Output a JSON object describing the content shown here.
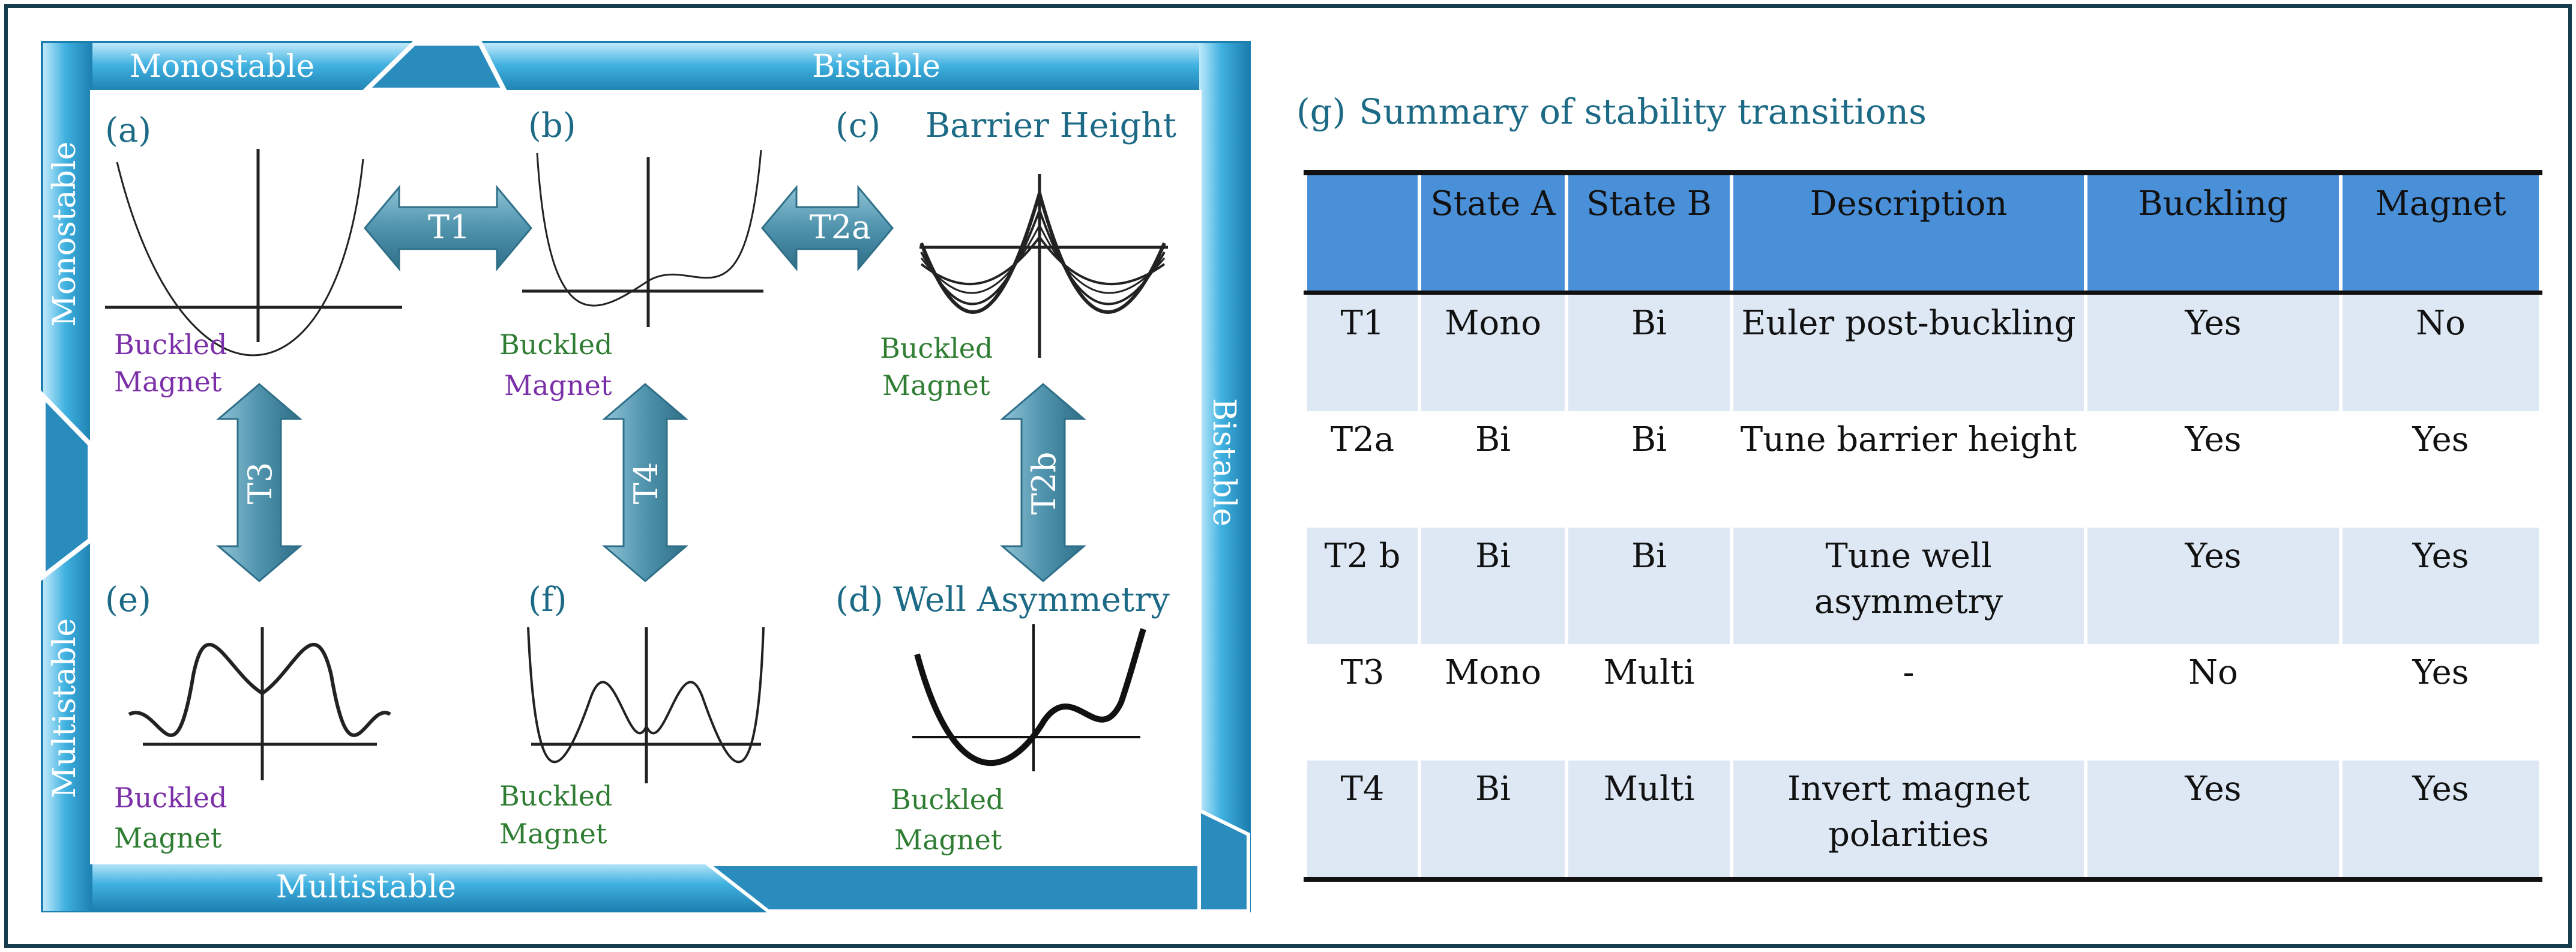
{
  "frame_labels": {
    "top_left": "Monostable",
    "top_right": "Bistable",
    "left_top": "Monostable",
    "left_bottom": "Multistable",
    "right": "Bistable",
    "bottom": "Multistable"
  },
  "panels": {
    "a": {
      "letter": "(a)",
      "buckled": "Buckled",
      "magnet": "Magnet"
    },
    "b": {
      "letter": "(b)",
      "buckled": "Buckled",
      "magnet": "Magnet"
    },
    "c": {
      "letter": "(c)",
      "title": "Barrier Height",
      "buckled": "Buckled",
      "magnet": "Magnet"
    },
    "d": {
      "letter": "(d)",
      "title": "Well Asymmetry",
      "buckled": "Buckled",
      "magnet": "Magnet"
    },
    "e": {
      "letter": "(e)",
      "buckled": "Buckled",
      "magnet": "Magnet"
    },
    "f": {
      "letter": "(f)",
      "buckled": "Buckled",
      "magnet": "Magnet"
    }
  },
  "arrows": {
    "t1": "T1",
    "t2a": "T2a",
    "t3": "T3",
    "t4": "T4",
    "t2b": "T2b"
  },
  "colors": {
    "frame": "#3fb1e0",
    "arrow": "#4f93ad",
    "panel_title": "#1c6a85",
    "purple_label": "#7b2fa8",
    "green_label": "#2e7d32",
    "table_header": "#4a90d9",
    "table_stripe": "#dde8f4"
  },
  "table": {
    "letter": "(g)",
    "title": "Summary of stability transitions",
    "headers": [
      "",
      "State A",
      "State B",
      "Description",
      "Buckling",
      "Magnet"
    ],
    "rows": [
      [
        "T1",
        "Mono",
        "Bi",
        "Euler post-buckling",
        "Yes",
        "No"
      ],
      [
        "T2a",
        "Bi",
        "Bi",
        "Tune barrier height",
        "Yes",
        "Yes"
      ],
      [
        "T2 b",
        "Bi",
        "Bi",
        "Tune well asymmetry",
        "Yes",
        "Yes"
      ],
      [
        "T3",
        "Mono",
        "Multi",
        "-",
        "No",
        "Yes"
      ],
      [
        "T4",
        "Bi",
        "Multi",
        "Invert magnet polarities",
        "Yes",
        "Yes"
      ]
    ]
  }
}
